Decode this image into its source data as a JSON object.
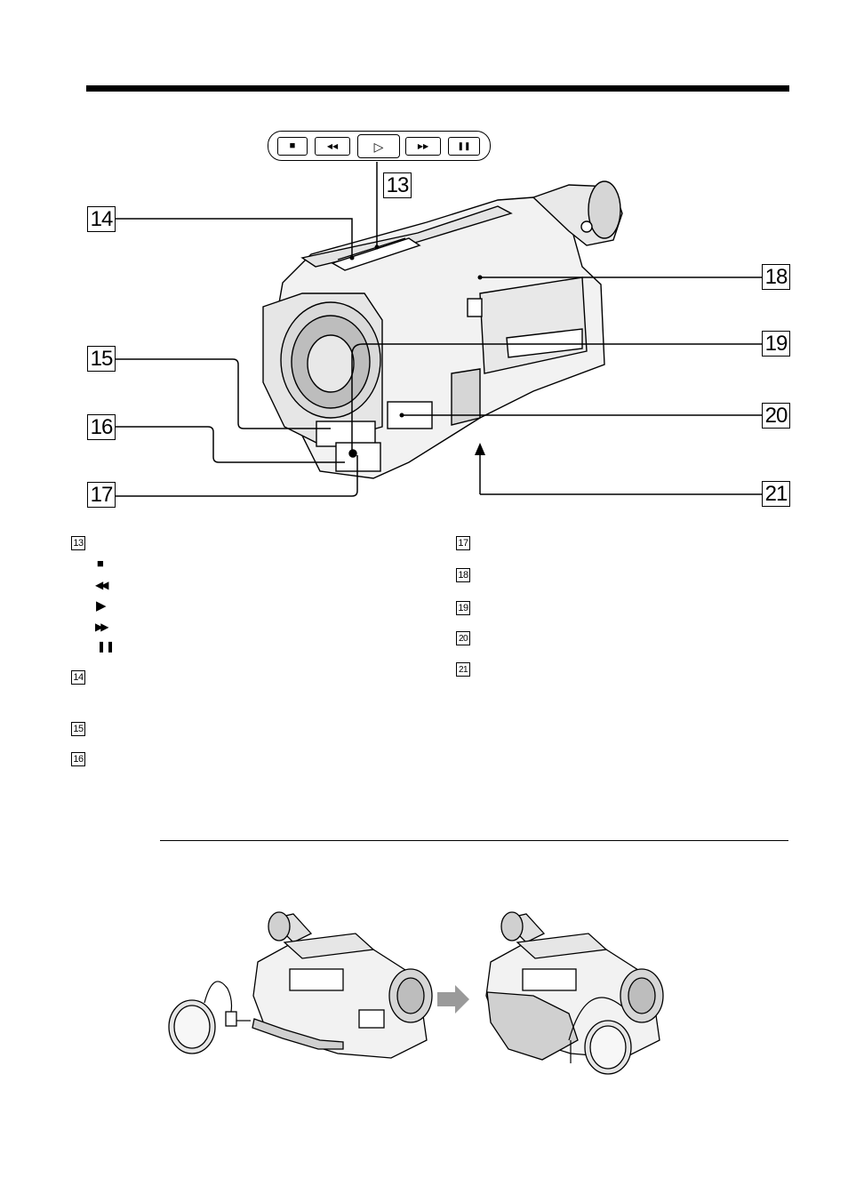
{
  "callouts": {
    "c13": "13",
    "c14": "14",
    "c15": "15",
    "c16": "16",
    "c17": "17",
    "c18": "18",
    "c19": "19",
    "c20": "20",
    "c21": "21"
  },
  "tape_controls": {
    "stop_symbol": "■",
    "rewind_symbol": "◀◀",
    "play_symbol": "▷",
    "ffwd_symbol": "▶▶",
    "pause_symbol": "❚❚"
  },
  "list": {
    "left": [
      {
        "num": "13"
      },
      {
        "num": "14"
      },
      {
        "num": "15"
      },
      {
        "num": "16"
      }
    ],
    "symbols": [
      "■",
      "◀◀",
      "▶",
      "▶▶",
      "❚❚"
    ],
    "right": [
      {
        "num": "17"
      },
      {
        "num": "18"
      },
      {
        "num": "19"
      },
      {
        "num": "20"
      },
      {
        "num": "21"
      }
    ]
  },
  "colors": {
    "ink": "#000000",
    "body_fill": "#f2f2f2",
    "shade": "#bdbdbd",
    "arrow": "#9a9a9a"
  }
}
